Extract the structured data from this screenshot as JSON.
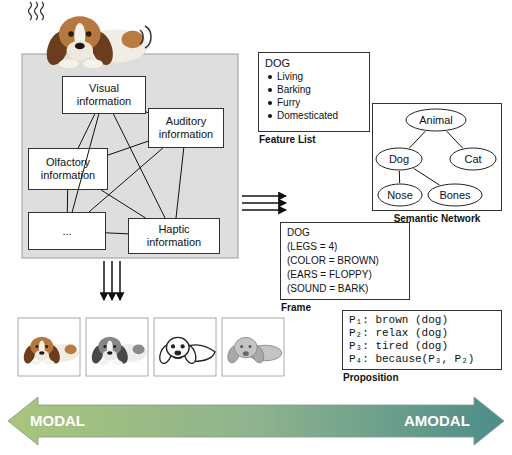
{
  "diagram": {
    "nodes": [
      {
        "text": [
          "Visual information"
        ]
      },
      {
        "text": [
          "Auditory information"
        ]
      },
      {
        "text": [
          "Olfactory information"
        ]
      },
      {
        "text": [
          "..."
        ]
      },
      {
        "text": [
          "Haptic information"
        ]
      },
      {
        "text": [
          "DOG",
          "Living",
          "Barking",
          "Furry",
          "Domesticated",
          "Feature List"
        ]
      },
      {
        "text": [
          "Semantic Network"
        ]
      },
      {
        "text": [
          "Animal"
        ],
        "in": 6
      },
      {
        "text": [
          "Dog"
        ],
        "in": 6
      },
      {
        "text": [
          "Cat"
        ],
        "in": 6
      },
      {
        "text": [
          "Nose"
        ],
        "in": 6
      },
      {
        "text": [
          "Bones"
        ],
        "in": 6
      },
      {
        "text": [
          "DOG",
          "(LEGS = 4)",
          "(COLOR = BROWN)",
          "(EARS = FLOPPY)",
          "(SOUND = BARK)",
          "Frame"
        ]
      },
      {
        "text": [
          "P₁: brown (dog)",
          "P₂: relax (dog)",
          "P₃: tired (dog)",
          "P₄: because(P₃, P₂)",
          "Proposition"
        ]
      }
    ],
    "edges": [
      {
        "from": 0,
        "to": 1,
        "arrow": "none"
      },
      {
        "from": 0,
        "to": 2,
        "arrow": "none"
      },
      {
        "from": 0,
        "to": 3,
        "arrow": "none"
      },
      {
        "from": 0,
        "to": 4,
        "arrow": "none"
      },
      {
        "from": 1,
        "to": 2,
        "arrow": "none"
      },
      {
        "from": 1,
        "to": 3,
        "arrow": "none"
      },
      {
        "from": 1,
        "to": 4,
        "arrow": "none"
      },
      {
        "from": 2,
        "to": 3,
        "arrow": "none"
      },
      {
        "from": 2,
        "to": 4,
        "arrow": "none"
      },
      {
        "from": 3,
        "to": 4,
        "arrow": "none"
      },
      {
        "from": 7,
        "to": 8,
        "arrow": "none"
      },
      {
        "from": 7,
        "to": 9,
        "arrow": "none"
      },
      {
        "from": 8,
        "to": 10,
        "arrow": "none"
      },
      {
        "from": 8,
        "to": 11,
        "arrow": "none"
      }
    ],
    "labels": [
      "MODAL",
      "AMODAL"
    ]
  }
}
